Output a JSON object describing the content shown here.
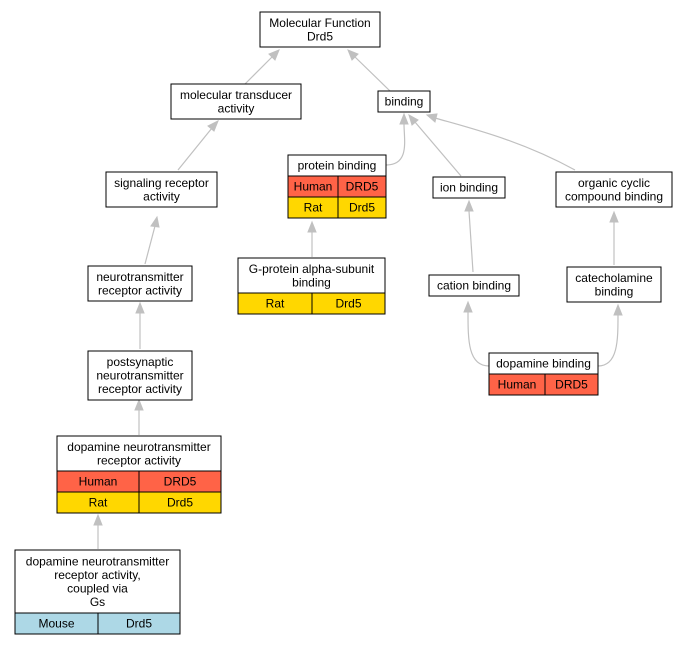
{
  "colors": {
    "human": "#ff6347",
    "rat": "#ffd700",
    "mouse": "#add8e6",
    "edge": "#c0c0c0"
  },
  "nodes": {
    "mf": {
      "lines": [
        "Molecular Function",
        "Drd5"
      ]
    },
    "mta": {
      "lines": [
        "molecular transducer",
        "activity"
      ]
    },
    "binding": {
      "lines": [
        "binding"
      ]
    },
    "sra": {
      "lines": [
        "signaling receptor",
        "activity"
      ]
    },
    "pb": {
      "lines": [
        "protein binding"
      ],
      "rows": [
        [
          "Human",
          "DRD5"
        ],
        [
          "Rat",
          "Drd5"
        ]
      ]
    },
    "ib": {
      "lines": [
        "ion binding"
      ]
    },
    "occb": {
      "lines": [
        "organic cyclic",
        "compound binding"
      ]
    },
    "gpa": {
      "lines": [
        "G-protein alpha-subunit",
        "binding"
      ],
      "rows": [
        [
          "Rat",
          "Drd5"
        ]
      ]
    },
    "nra": {
      "lines": [
        "neurotransmitter",
        "receptor activity"
      ]
    },
    "cb": {
      "lines": [
        "cation binding"
      ]
    },
    "catb": {
      "lines": [
        "catecholamine",
        "binding"
      ]
    },
    "pnra": {
      "lines": [
        "postsynaptic",
        "neurotransmitter",
        "receptor activity"
      ]
    },
    "db": {
      "lines": [
        "dopamine binding"
      ],
      "rows": [
        [
          "Human",
          "DRD5"
        ]
      ]
    },
    "dnra": {
      "lines": [
        "dopamine neurotransmitter",
        "receptor activity"
      ],
      "rows": [
        [
          "Human",
          "DRD5"
        ],
        [
          "Rat",
          "Drd5"
        ]
      ]
    },
    "dnrgs": {
      "lines": [
        "dopamine neurotransmitter",
        "receptor activity,",
        "coupled via",
        "Gs"
      ],
      "rows": [
        [
          "Mouse",
          "Drd5"
        ]
      ]
    }
  }
}
